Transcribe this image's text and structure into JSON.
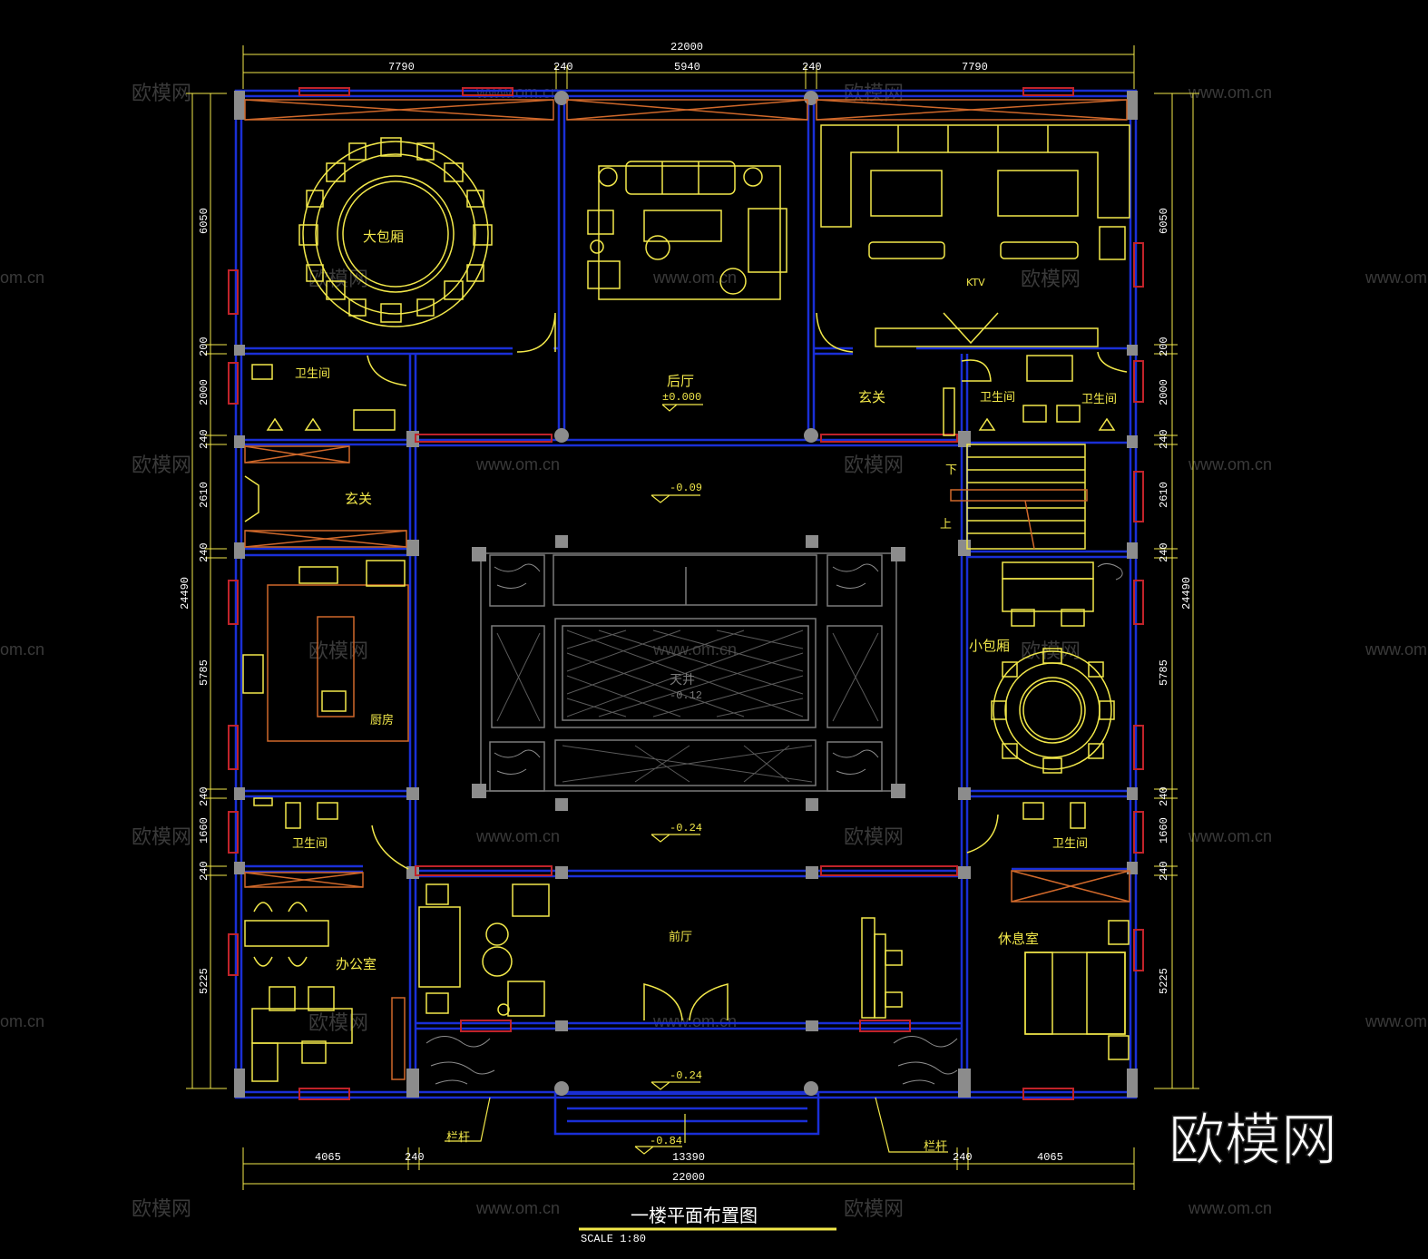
{
  "drawing": {
    "title": "一楼平面布置图",
    "scale": "SCALE 1:80"
  },
  "watermark": {
    "brand": "欧模网",
    "url": "www.om.cn",
    "url_cut": "om.cn",
    "brand_large": "欧模网"
  },
  "dimensions": {
    "top_total": "22000",
    "top_segments": [
      "7790",
      "240",
      "5940",
      "240",
      "7790"
    ],
    "bottom_total": "22000",
    "bottom_segments": [
      "4065",
      "240",
      "13390",
      "240",
      "4065"
    ],
    "left_total": "24490",
    "left_segments": [
      "6050",
      "200",
      "2000",
      "240",
      "2610",
      "240",
      "5785",
      "240",
      "1660",
      "240",
      "5225"
    ],
    "right_total": "24490",
    "right_segments": [
      "6050",
      "200",
      "2000",
      "240",
      "2610",
      "240",
      "5785",
      "240",
      "1660",
      "240",
      "5225"
    ]
  },
  "rooms": {
    "big_private_room": "大包厢",
    "back_hall": "后厅",
    "back_hall_level": "±0.000",
    "ktv": "KTV",
    "foyer_right": "玄关",
    "toilet_top_left": "卫生间",
    "toilet_top_right_a": "卫生间",
    "toilet_top_right_b": "卫生间",
    "foyer_left": "玄关",
    "kitchen": "厨房",
    "courtyard": "天井",
    "courtyard_level": "-0.12",
    "small_private_room": "小包厢",
    "toilet_mid_left": "卫生间",
    "toilet_mid_right": "卫生间",
    "office": "办公室",
    "front_hall": "前厅",
    "rest_room": "休息室",
    "stair_down": "下",
    "stair_up": "上"
  },
  "levels": {
    "upper_court": "-0.09",
    "lower_court": "-0.24",
    "porch": "-0.24",
    "entrance": "-0.84"
  },
  "callouts": {
    "railing_left": "栏杆",
    "railing_right": "栏杆"
  },
  "colors": {
    "wall": "#1a2fd6",
    "dimension": "#f2e84a",
    "furniture": "#f2e84a",
    "window": "#c0232a",
    "cabinet": "#d0682a",
    "column": "#8c8c8c"
  }
}
